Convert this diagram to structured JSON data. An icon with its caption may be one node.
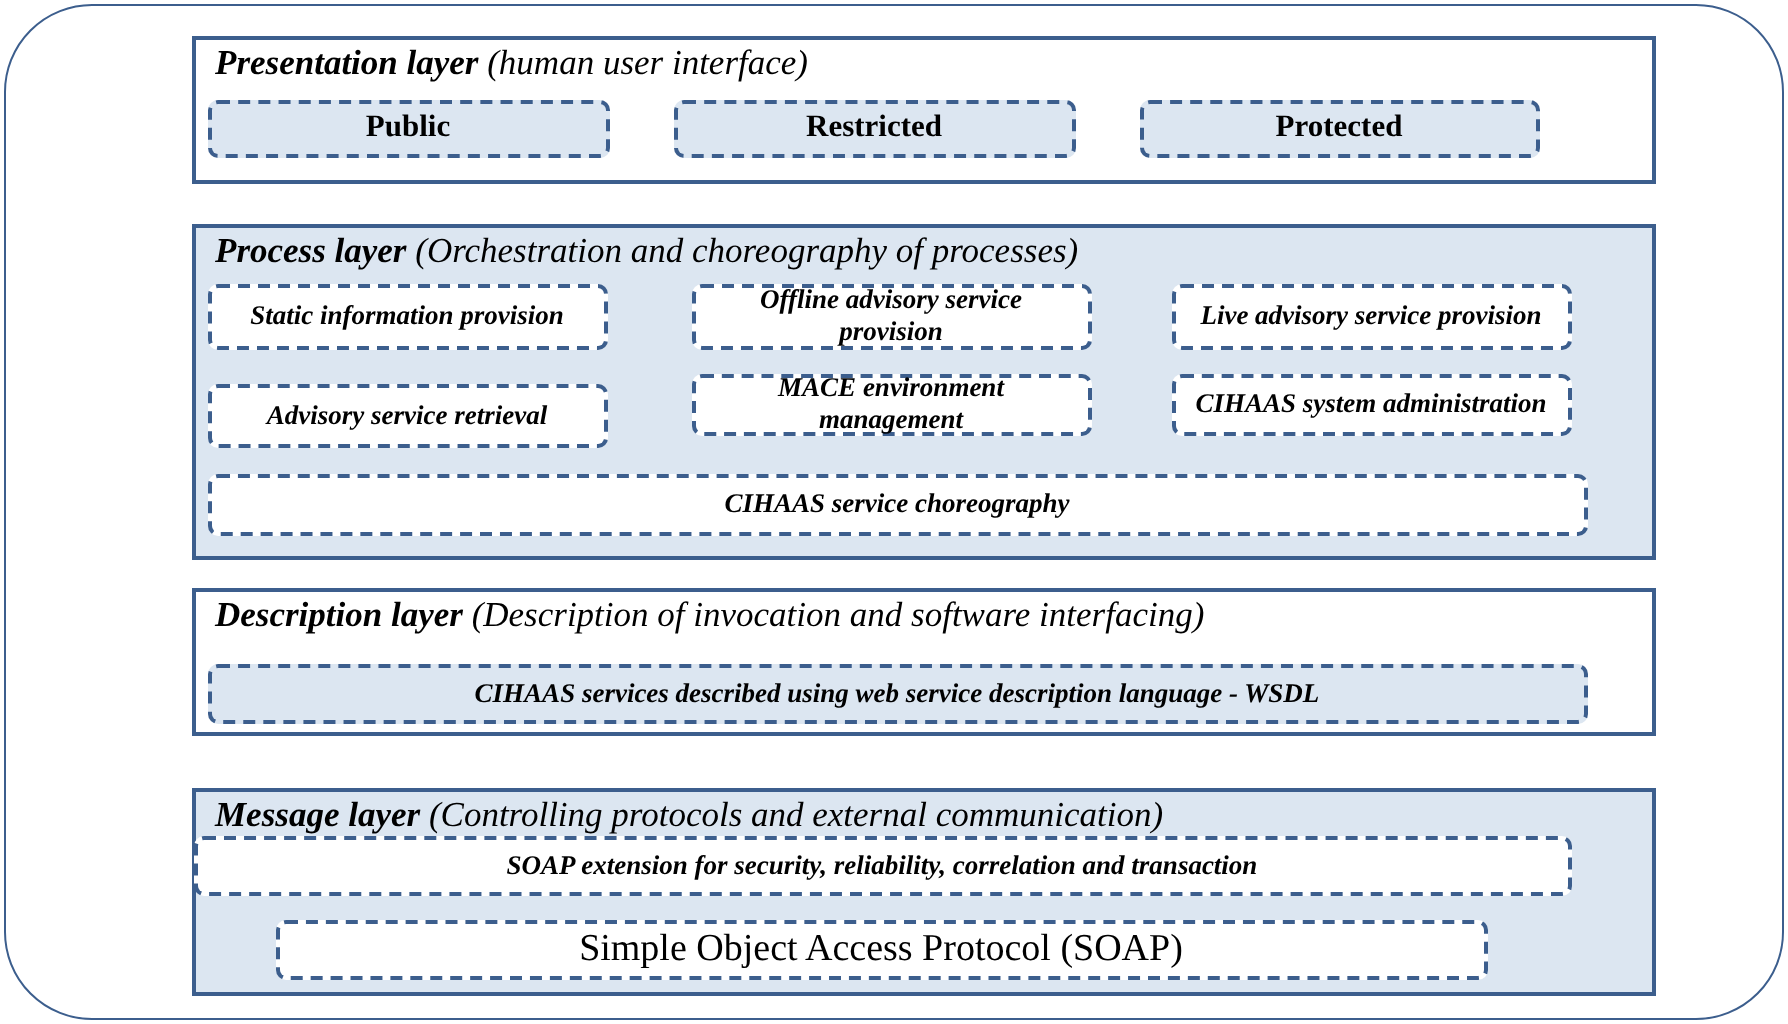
{
  "diagram": {
    "nodes": [
      {
        "text": [],
        "shape": "box"
      },
      {
        "text": [
          "**Presentation layer** (human user interface)"
        ],
        "in": 0
      },
      {
        "text": [
          "Public"
        ],
        "in": 1
      },
      {
        "text": [
          "Restricted"
        ],
        "in": 1
      },
      {
        "text": [
          "Protected"
        ],
        "in": 1
      },
      {
        "text": [
          "**Process layer** (Orchestration and choreography of processes)"
        ],
        "in": 0
      },
      {
        "text": [
          "Static information provision"
        ],
        "in": 5
      },
      {
        "text": [
          "Offline advisory service provision"
        ],
        "in": 5
      },
      {
        "text": [
          "Live advisory service provision"
        ],
        "in": 5
      },
      {
        "text": [
          "Advisory service retrieval"
        ],
        "in": 5
      },
      {
        "text": [
          "MACE environment management"
        ],
        "in": 5
      },
      {
        "text": [
          "CIHAAS system administration"
        ],
        "in": 5
      },
      {
        "text": [
          "CIHAAS service choreography"
        ],
        "in": 5
      },
      {
        "text": [
          "**Description layer** (Description of invocation and software interfacing)"
        ],
        "in": 0
      },
      {
        "text": [
          "CIHAAS services described using web service description language - WSDL"
        ],
        "in": 13
      },
      {
        "text": [
          "**Message layer** (Controlling protocols and external communication)"
        ],
        "in": 0
      },
      {
        "text": [
          "SOAP extension for security, reliability, correlation and transaction"
        ],
        "in": 15
      },
      {
        "text": [
          "Simple Object Access Protocol (SOAP)"
        ],
        "in": 15
      }
    ]
  }
}
